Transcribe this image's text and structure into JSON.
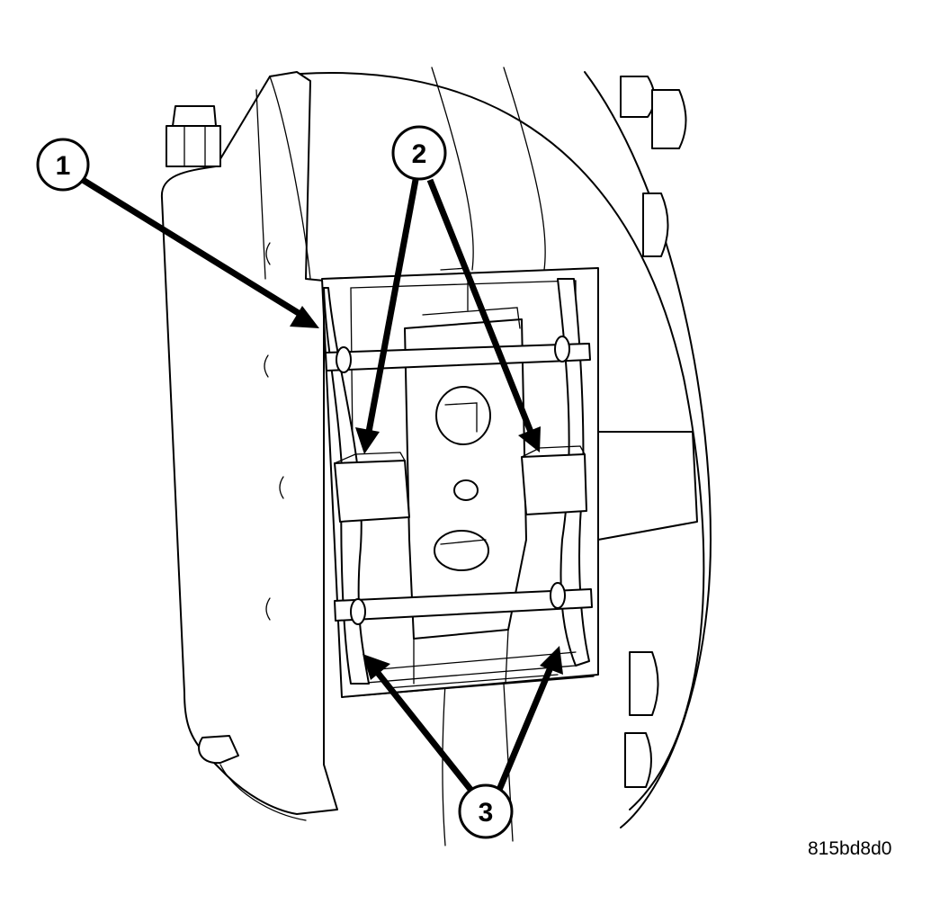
{
  "callouts": [
    {
      "label": "1"
    },
    {
      "label": "2"
    },
    {
      "label": "3"
    }
  ],
  "figure_code": "815bd8d0",
  "colors": {
    "line": "#000000",
    "background": "#ffffff"
  }
}
